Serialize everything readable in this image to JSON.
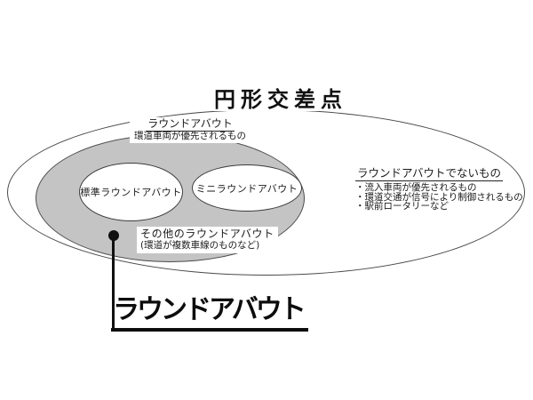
{
  "title": "円形交差点",
  "roundabout_group": {
    "label": "ラウンドアバウト",
    "sublabel": "環道車両が優先されるもの",
    "items": [
      {
        "label": "標準ラウンドアバウト"
      },
      {
        "label": "ミニラウンドアバウト"
      }
    ],
    "other": {
      "label": "その他のラウンドアバウト",
      "sublabel": "(環道が複数車線のものなど)"
    }
  },
  "non_roundabout": {
    "header": "ラウンドアバウトでないもの",
    "bullets": [
      "・流入車両が優先されるもの",
      "・環道交通が信号により制御されるもの",
      "・駅前ロータリーなど"
    ]
  },
  "callout_label": "ラウンドアバウト",
  "colors": {
    "set_fill": "#c4c4c4",
    "outline": "#4a4a4a",
    "text": "#1b1b1b"
  }
}
